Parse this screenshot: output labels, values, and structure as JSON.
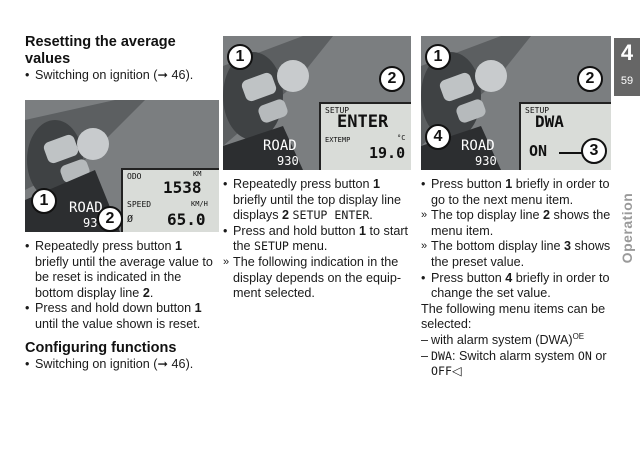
{
  "page": {
    "chapter": "4",
    "number": "59",
    "side_label": "Operation"
  },
  "col1": {
    "heading": "Resetting the average values",
    "intro": "Switching on ignition (➞ 46).",
    "figure": {
      "callout_1": "1",
      "callout_2": "2",
      "lcd_odo": "ODO",
      "lcd_km": "KM",
      "lcd_odo_val": "1538",
      "lcd_speed": "SPEED",
      "lcd_kmh": "KM/H",
      "lcd_avg": "Ø",
      "lcd_speed_val": "65.0",
      "lcd_road": "ROAD",
      "lcd_small": "930"
    },
    "bullet1_a": "Repeatedly press button ",
    "bullet1_b": "1",
    "bullet1_c": " briefly until the average value to be reset is indicated in the bottom display line ",
    "bullet1_d": "2",
    "bullet1_e": ".",
    "bullet2_a": "Press and hold down button ",
    "bullet2_b": "1",
    "bullet2_c": " until the value shown is reset.",
    "heading2": "Configuring functions",
    "intro2": "Switching on ignition (➞ 46)."
  },
  "col2": {
    "figure": {
      "callout_1": "1",
      "callout_2": "2",
      "lcd_setup": "SETUP",
      "lcd_enter": "ENTER",
      "lcd_extemp": "EXTEMP",
      "lcd_unit": "°C",
      "lcd_temp": "19.0",
      "lcd_road": "ROAD",
      "lcd_small": "930"
    },
    "bullet1_a": "Repeatedly press button ",
    "bullet1_b": "1",
    "bullet1_c": " briefly until the top display line displays ",
    "bullet1_d": "2",
    "bullet1_e": "SETUP ENTER",
    "bullet1_f": ".",
    "bullet2_a": "Press and hold button ",
    "bullet2_b": "1",
    "bullet2_c": " to start the ",
    "bullet2_d": "SETUP",
    "bullet2_e": " menu.",
    "arrow1": "The following indication in the display depends on the equip- ment selected."
  },
  "col3": {
    "figure": {
      "callout_1": "1",
      "callout_2": "2",
      "callout_3": "3",
      "callout_4": "4",
      "lcd_setup": "SETUP",
      "lcd_dwa": "DWA",
      "lcd_on": "ON",
      "lcd_road": "ROAD",
      "lcd_small": "930"
    },
    "bullet1_a": "Press button ",
    "bullet1_b": "1",
    "bullet1_c": " briefly in order to go to the next menu item.",
    "arrow1_a": "The top display line ",
    "arrow1_b": "2",
    "arrow1_c": " shows the menu item.",
    "arrow2_a": "The bottom display line ",
    "arrow2_b": "3",
    "arrow2_c": " shows the preset value.",
    "bullet2_a": "Press button ",
    "bullet2_b": "4",
    "bullet2_c": " briefly in order to change the set value.",
    "para": "The following menu items can be selected:",
    "dash1_a": "with alarm system (DWA)",
    "dash1_b": "OE",
    "dash2_a": "DWA",
    "dash2_b": ": Switch alarm system ",
    "dash2_c": "ON",
    "dash2_d": " or ",
    "dash2_e": "OFF",
    "dash2_f": "◁"
  },
  "colors": {
    "photo": "#6a6d70",
    "lcd": "#d9dcd8",
    "tab": "#666666",
    "side_label": "#9a9a9a"
  }
}
